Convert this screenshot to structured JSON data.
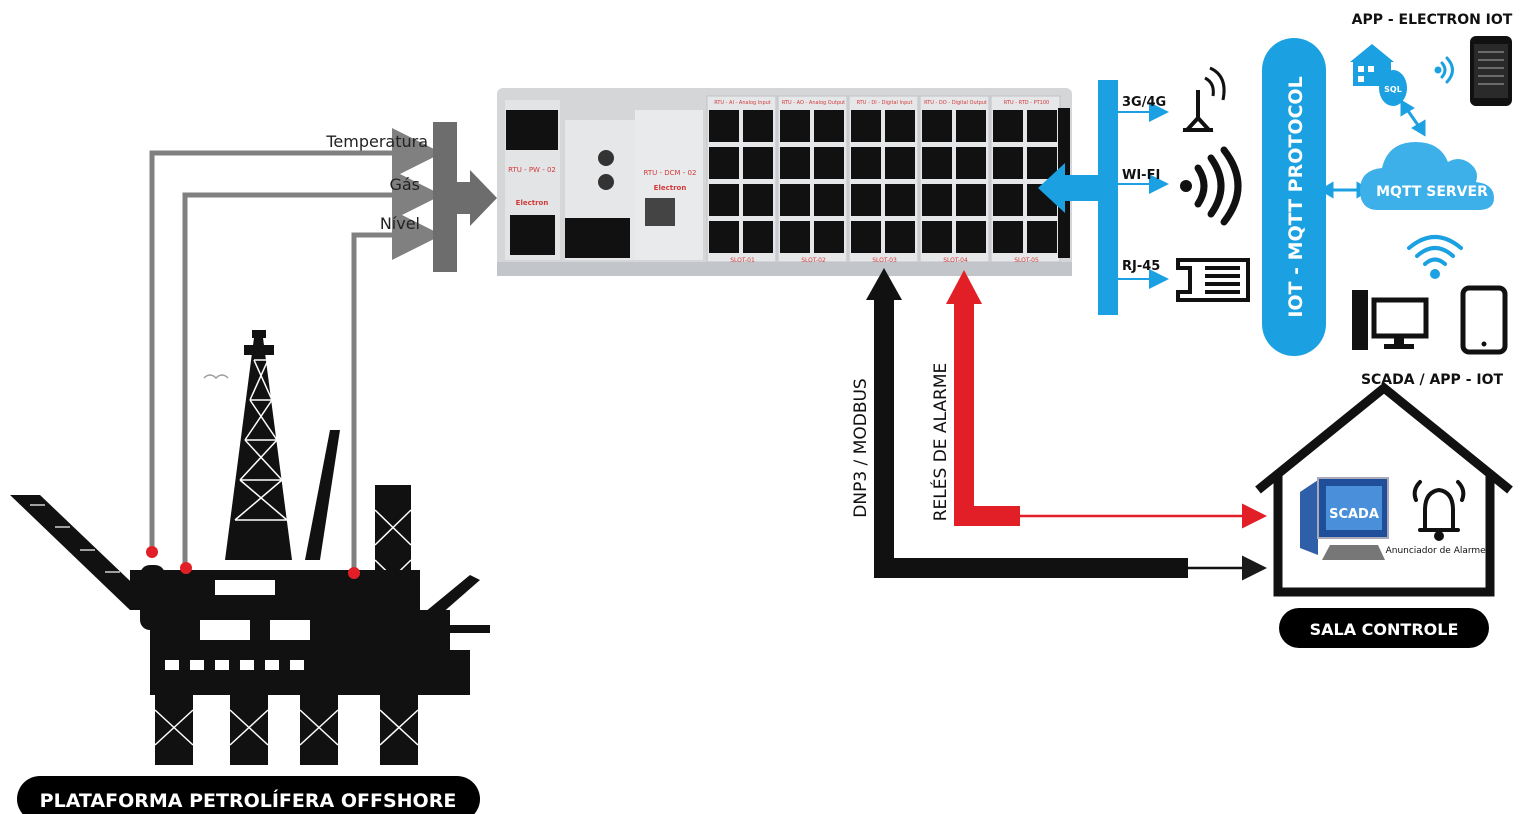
{
  "colors": {
    "gray_line": "#808080",
    "dark_arrow": "#1a1a1a",
    "red_arrow": "#e21f26",
    "blue_bus": "#1ba1e2",
    "black": "#000000",
    "white": "#ffffff",
    "rtu_body": "#d4d6d8",
    "rtu_header": "#b9bcc0",
    "slot_label": "#d13b3b",
    "cloud_blue": "#3db0ea"
  },
  "sensors": {
    "temperature": "Temperatura",
    "gas": "Gás",
    "level": "Nível"
  },
  "platform_label": "PLATAFORMA PETROLÍFERA OFFSHORE",
  "rtu": {
    "module_labels": [
      "RTU - PW - 02",
      "RTU - DCM - 02"
    ],
    "brand": "Electron",
    "slot_headers": [
      "RTU - AI - Analog Input",
      "RTU - AO - Analog Output",
      "RTU - DI - Digital Input",
      "RTU - DO - Digital Output",
      "RTU - RTD - PT100"
    ],
    "slot_names": [
      "SLOT-01",
      "SLOT-02",
      "SLOT-03",
      "SLOT-04",
      "SLOT-05"
    ]
  },
  "links": {
    "dnp3": "DNP3 / MODBUS",
    "relays": "RELÉS DE ALARME"
  },
  "comms": {
    "cellular": "3G/4G",
    "wifi": "WI-FI",
    "ethernet": "RJ-45"
  },
  "iot_protocol": "IOT - MQTT PROTOCOL",
  "app_title": "APP - ELECTRON IOT",
  "sql_label": "SQL",
  "mqtt_server": "MQTT SERVER",
  "scada_app_label": "SCADA / APP - IOT",
  "control_room": {
    "label": "SALA CONTROLE",
    "scada_text": "SCADA",
    "annunciator": "Anunciador de Alarmes"
  }
}
